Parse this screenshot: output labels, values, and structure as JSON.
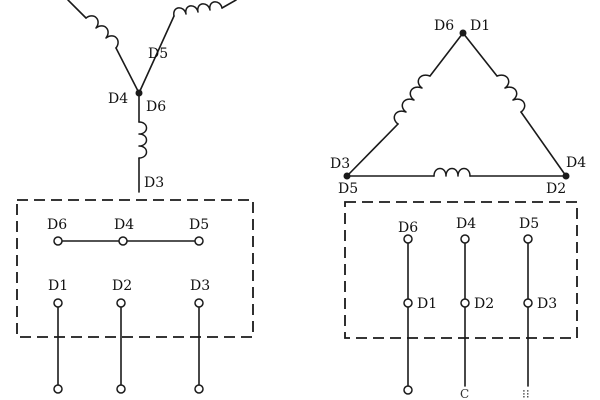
{
  "star": {
    "labels": {
      "d4_node": "D4",
      "d6_node": "D6",
      "d5_coil": "D5",
      "d3_coil": "D3",
      "box_d6": "D6",
      "box_d4": "D4",
      "box_d5": "D5",
      "box_d1": "D1",
      "box_d2": "D2",
      "box_d3": "D3"
    }
  },
  "delta": {
    "labels": {
      "top_d6": "D6",
      "top_d1": "D1",
      "left_d3": "D3",
      "left_d5": "D5",
      "right_d4": "D4",
      "right_d2": "D2",
      "box_d6": "D6",
      "box_d4": "D4",
      "box_d5": "D5",
      "box_d1": "D1",
      "box_d2": "D2",
      "box_d3": "D3",
      "bottom_c": "C",
      "bottom_mark": "⁝⁝"
    }
  }
}
